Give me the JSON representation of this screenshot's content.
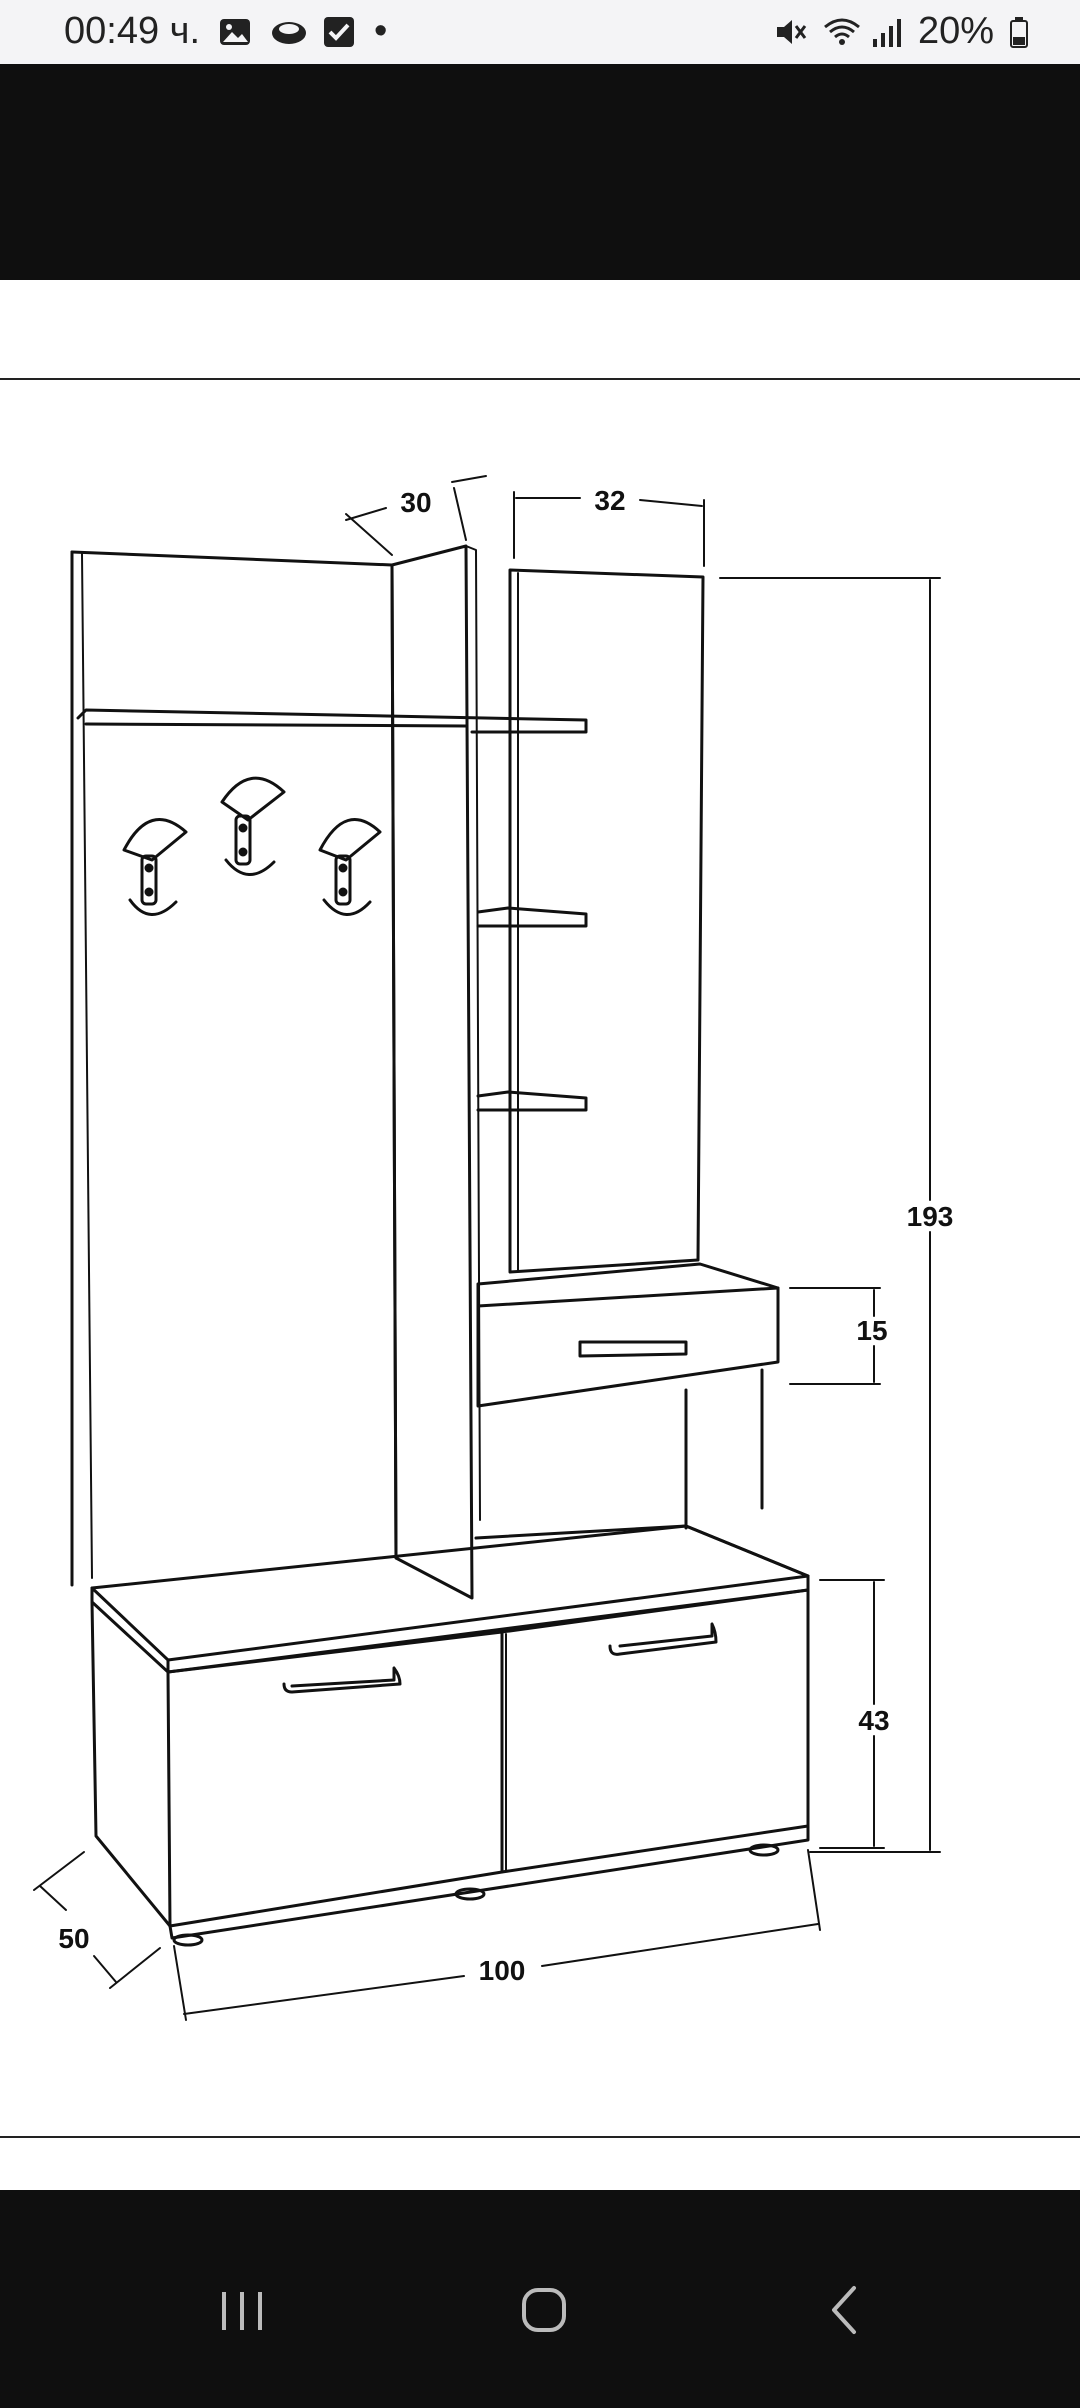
{
  "status_bar": {
    "time": "00:49 ч.",
    "dot": "•",
    "battery": "20%",
    "left_icons": [
      "gallery-icon",
      "cloud-icon",
      "checkbox-icon"
    ],
    "right_icons": [
      "mute-icon",
      "wifi-icon",
      "signal-icon",
      "battery-icon"
    ]
  },
  "drawing": {
    "dimensions": {
      "depth_shelf": "30",
      "width_mirror": "32",
      "height_total": "193",
      "height_drawer": "15",
      "height_cabinet": "43",
      "depth_base": "50",
      "width_total": "100"
    }
  },
  "nav_bar": {
    "recents": "recents-icon",
    "home": "home-icon",
    "back": "back-icon"
  }
}
